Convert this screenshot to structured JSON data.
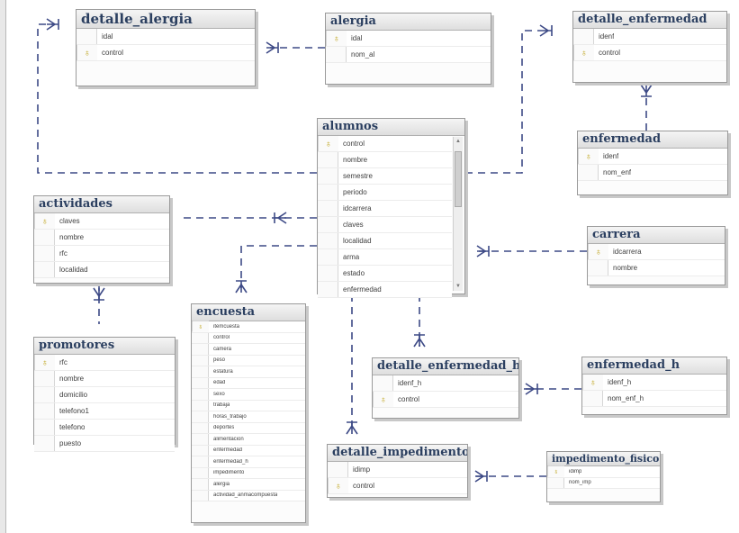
{
  "diagram": {
    "tables": {
      "detalle_alergia": {
        "title": "detalle_alergia",
        "columns": [
          {
            "name": "idal",
            "pk": false
          },
          {
            "name": "control",
            "pk": true
          }
        ]
      },
      "alergia": {
        "title": "alergia",
        "columns": [
          {
            "name": "idal",
            "pk": true
          },
          {
            "name": "nom_al",
            "pk": false
          }
        ]
      },
      "detalle_enfermedad": {
        "title": "detalle_enfermedad",
        "columns": [
          {
            "name": "idenf",
            "pk": false
          },
          {
            "name": "control",
            "pk": true
          }
        ]
      },
      "enfermedad": {
        "title": "enfermedad",
        "columns": [
          {
            "name": "idenf",
            "pk": true
          },
          {
            "name": "nom_enf",
            "pk": false
          }
        ]
      },
      "alumnos": {
        "title": "alumnos",
        "columns": [
          {
            "name": "control",
            "pk": true
          },
          {
            "name": "nombre",
            "pk": false
          },
          {
            "name": "semestre",
            "pk": false
          },
          {
            "name": "periodo",
            "pk": false
          },
          {
            "name": "idcarrera",
            "pk": false
          },
          {
            "name": "claves",
            "pk": false
          },
          {
            "name": "localidad",
            "pk": false
          },
          {
            "name": "arma",
            "pk": false
          },
          {
            "name": "estado",
            "pk": false
          },
          {
            "name": "enfermedad",
            "pk": false
          }
        ]
      },
      "actividades": {
        "title": "actividades",
        "columns": [
          {
            "name": "claves",
            "pk": true
          },
          {
            "name": "nombre",
            "pk": false
          },
          {
            "name": "rfc",
            "pk": false
          },
          {
            "name": "localidad",
            "pk": false
          }
        ]
      },
      "carrera": {
        "title": "carrera",
        "columns": [
          {
            "name": "idcarrera",
            "pk": true
          },
          {
            "name": "nombre",
            "pk": false
          }
        ]
      },
      "promotores": {
        "title": "promotores",
        "columns": [
          {
            "name": "rfc",
            "pk": true
          },
          {
            "name": "nombre",
            "pk": false
          },
          {
            "name": "domicilio",
            "pk": false
          },
          {
            "name": "telefono1",
            "pk": false
          },
          {
            "name": "telefono",
            "pk": false
          },
          {
            "name": "puesto",
            "pk": false
          }
        ]
      },
      "encuesta": {
        "title": "encuesta",
        "columns": [
          {
            "name": "itemcuesta",
            "pk": true
          },
          {
            "name": "control",
            "pk": false
          },
          {
            "name": "camera",
            "pk": false
          },
          {
            "name": "peso",
            "pk": false
          },
          {
            "name": "estatura",
            "pk": false
          },
          {
            "name": "edad",
            "pk": false
          },
          {
            "name": "sexo",
            "pk": false
          },
          {
            "name": "trabaja",
            "pk": false
          },
          {
            "name": "horas_trabajo",
            "pk": false
          },
          {
            "name": "deportes",
            "pk": false
          },
          {
            "name": "alimentacion",
            "pk": false
          },
          {
            "name": "enfermedad",
            "pk": false
          },
          {
            "name": "enfermedad_h",
            "pk": false
          },
          {
            "name": "impedimento",
            "pk": false
          },
          {
            "name": "alergia",
            "pk": false
          },
          {
            "name": "actividad_anmacompuesta",
            "pk": false
          }
        ]
      },
      "detalle_enfermedad_h": {
        "title": "detalle_enfermedad_h",
        "columns": [
          {
            "name": "idenf_h",
            "pk": false
          },
          {
            "name": "control",
            "pk": true
          }
        ]
      },
      "enfermedad_h": {
        "title": "enfermedad_h",
        "columns": [
          {
            "name": "idenf_h",
            "pk": true
          },
          {
            "name": "nom_enf_h",
            "pk": false
          }
        ]
      },
      "detalle_impedimento": {
        "title": "detalle_impedimento",
        "columns": [
          {
            "name": "idimp",
            "pk": false
          },
          {
            "name": "control",
            "pk": true
          }
        ]
      },
      "impedimento_fisico": {
        "title": "impedimento_fisico",
        "columns": [
          {
            "name": "idimp",
            "pk": true
          },
          {
            "name": "nom_imp",
            "pk": false
          }
        ]
      }
    }
  }
}
